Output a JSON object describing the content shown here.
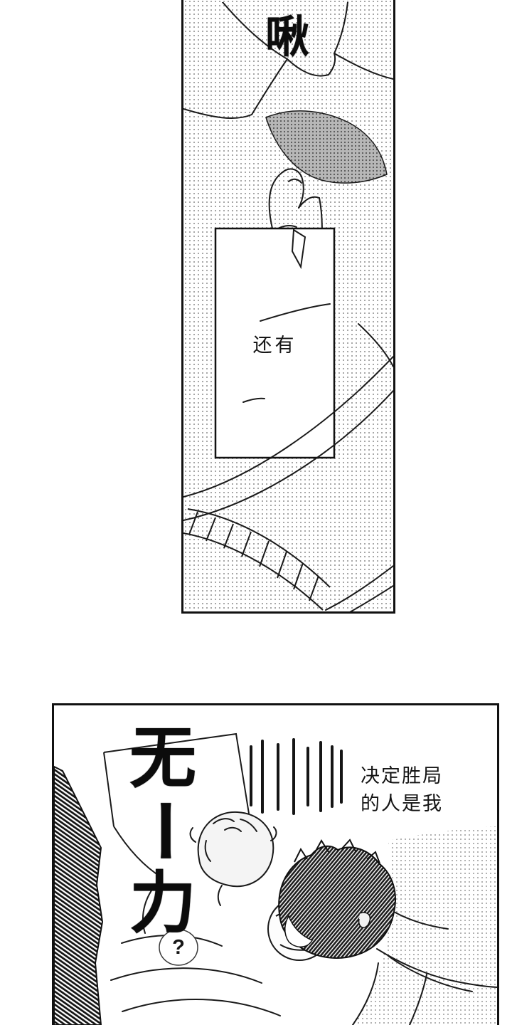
{
  "page": {
    "background": "#ffffff",
    "ink_color": "#1a1a1a",
    "halftone_dot_color": "#969696"
  },
  "panel1": {
    "sfx": "啾",
    "caption": "还有"
  },
  "panel2": {
    "sfx_chars": [
      "无",
      "ー",
      "力"
    ],
    "dialogue": [
      "决定胜局",
      "的人是我"
    ],
    "question": "?"
  }
}
